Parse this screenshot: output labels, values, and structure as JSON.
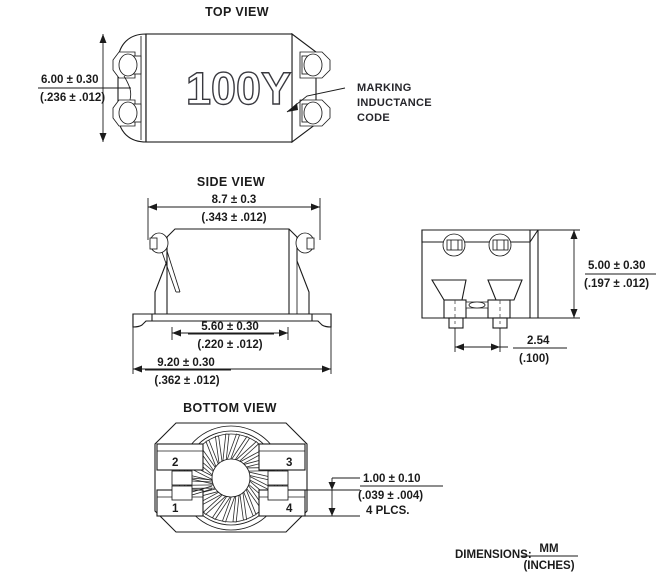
{
  "drawing": {
    "title": "Inductor package outline drawing",
    "line_color": "#1b1b1b",
    "background": "#ffffff"
  },
  "views": {
    "top": {
      "title": "TOP VIEW",
      "marking_text": "100Y",
      "height_dim": {
        "mm": "6.00 ± 0.30",
        "inch": "(.236 ± .012)"
      },
      "callout": {
        "line1": "MARKING",
        "line2": "INDUCTANCE",
        "line3": "CODE"
      }
    },
    "side": {
      "title": "SIDE VIEW",
      "body_width_dim": {
        "mm": "8.7 ± 0.3",
        "inch": "(.343 ± .012)"
      },
      "inner_dim": {
        "mm": "5.60 ± 0.30",
        "inch": "(.220 ± .012)"
      },
      "overall_dim": {
        "mm": "9.20 ± 0.30",
        "inch": "(.362 ± .012)"
      }
    },
    "end": {
      "title": "",
      "height_dim": {
        "mm": "5.00 ± 0.30",
        "inch": "(.197 ± .012)"
      },
      "pitch_dim": {
        "mm": "2.54",
        "inch": "(.100)"
      }
    },
    "bottom": {
      "title": "BOTTOM VIEW",
      "pad_numbers": [
        "2",
        "3",
        "1",
        "4"
      ],
      "pad_thickness_dim": {
        "mm": "1.00 ± 0.10",
        "inch": "(.039 ± .004)",
        "note": "4 PLCS."
      }
    }
  },
  "legend": {
    "label": "DIMENSIONS:",
    "numerator": "MM",
    "denominator": "(INCHES)"
  }
}
